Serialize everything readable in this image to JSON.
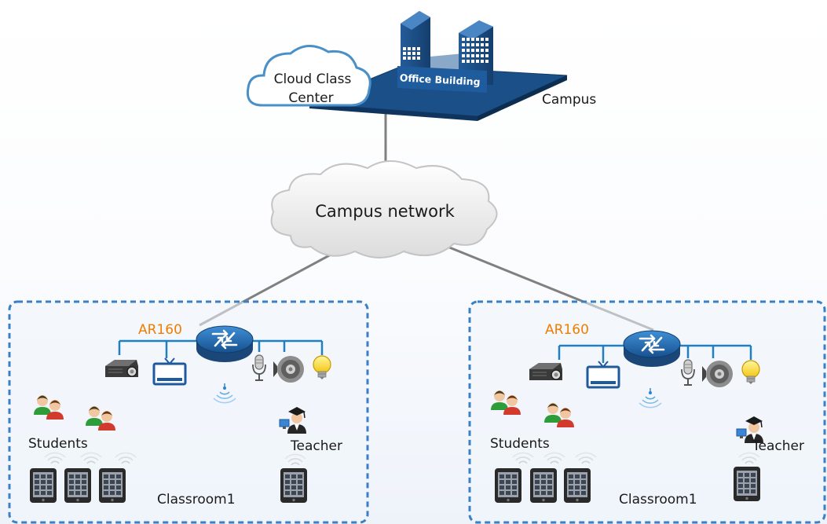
{
  "campus": {
    "cloud_label_line1": "Cloud Class",
    "cloud_label_line2": "Center",
    "building_label": "Office Building",
    "campus_label": "Campus"
  },
  "network": {
    "label": "Campus network"
  },
  "classrooms": [
    {
      "router_label": "AR160",
      "students_label": "Students",
      "teacher_label": "Teacher",
      "room_label": "Classroom1"
    },
    {
      "router_label": "AR160",
      "students_label": "Students",
      "teacher_label": "Teacher",
      "room_label": "Classroom1"
    }
  ],
  "colors": {
    "router_label": "#f07d00",
    "link_blue": "#1e7fc2",
    "cloud_outline": "#4a90c8",
    "building_blue": "#1a4f8a",
    "box_border": "#3b7fc4"
  }
}
